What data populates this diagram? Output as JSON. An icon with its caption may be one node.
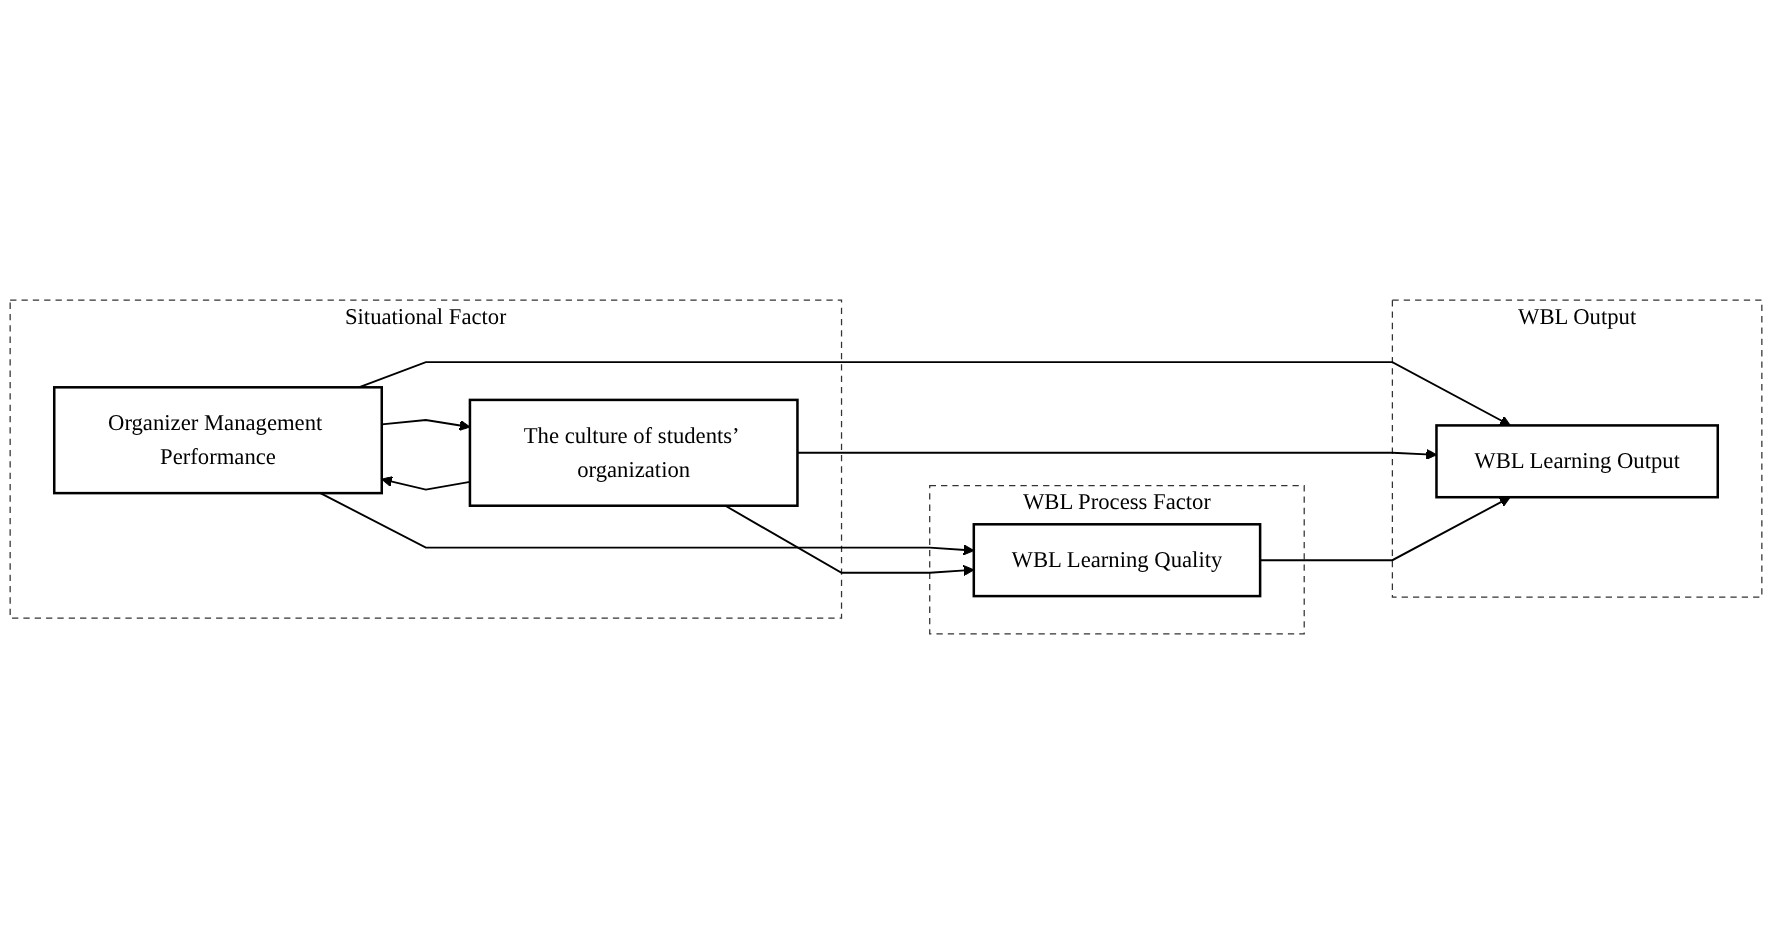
{
  "diagram": {
    "nodes": [
      {
        "text": [
          "Situational Factor"
        ]
      },
      {
        "text": [
          "Organizer Management Performance"
        ],
        "in": 0
      },
      {
        "text": [
          "The culture of students’ organization"
        ],
        "in": 0
      },
      {
        "text": [
          "WBL Process Factor"
        ]
      },
      {
        "text": [
          "WBL Learning Quality"
        ],
        "in": 3
      },
      {
        "text": [
          "WBL Output"
        ]
      },
      {
        "text": [
          "WBL Learning Output"
        ],
        "in": 5
      }
    ],
    "edges": [
      {
        "from": 1,
        "to": 2,
        "arrow": "to"
      },
      {
        "from": 2,
        "to": 1,
        "arrow": "to"
      },
      {
        "from": 1,
        "to": 4,
        "arrow": "to"
      },
      {
        "from": 1,
        "to": 6,
        "arrow": "to"
      },
      {
        "from": 2,
        "to": 4,
        "arrow": "to"
      },
      {
        "from": 2,
        "to": 6,
        "arrow": "to"
      },
      {
        "from": 4,
        "to": 6,
        "arrow": "to"
      }
    ]
  }
}
